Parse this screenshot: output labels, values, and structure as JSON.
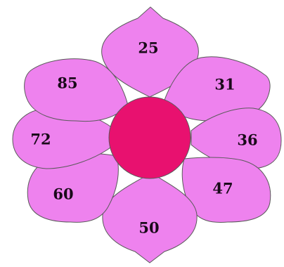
{
  "flower": {
    "petal_color": "#ee82ee",
    "center_color": "#e8116f",
    "outline_color": "#5a5a5a",
    "petals": [
      {
        "position": "top",
        "value": "25"
      },
      {
        "position": "upper-right",
        "value": "31"
      },
      {
        "position": "right",
        "value": "36"
      },
      {
        "position": "lower-right",
        "value": "47"
      },
      {
        "position": "bottom",
        "value": "50"
      },
      {
        "position": "lower-left",
        "value": "60"
      },
      {
        "position": "left",
        "value": "72"
      },
      {
        "position": "upper-left",
        "value": "85"
      }
    ]
  }
}
